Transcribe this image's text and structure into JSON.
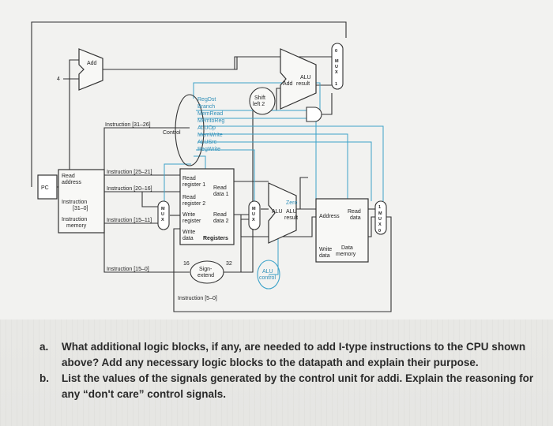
{
  "diagram": {
    "add1": "Add",
    "four": "4",
    "pc": "PC",
    "read_address_1": "Read",
    "read_address_2": "address",
    "instruction_1": "Instruction",
    "instruction_2": "[31–0]",
    "instr_mem_1": "Instruction",
    "instr_mem_2": "memory",
    "instr_31_26": "Instruction [31–26]",
    "control": "Control",
    "ctrl_signals": [
      "RegDst",
      "Branch",
      "MemRead",
      "MemtoReg",
      "ALUOp",
      "MemWrite",
      "ALUSrc",
      "RegWrite"
    ],
    "instr_25_21": "Instruction [25–21]",
    "instr_20_16": "Instruction [20–16]",
    "instr_15_11": "Instruction [15–11]",
    "instr_15_0": "Instruction [15–0]",
    "instr_5_0": "Instruction [5–0]",
    "reg_read_reg1_a": "Read",
    "reg_read_reg1_b": "register 1",
    "reg_read_reg2_a": "Read",
    "reg_read_reg2_b": "register 2",
    "reg_read_data1_a": "Read",
    "reg_read_data1_b": "data 1",
    "reg_read_data2_a": "Read",
    "reg_read_data2_b": "data 2",
    "reg_write_reg_a": "Write",
    "reg_write_reg_b": "register",
    "reg_write_data_a": "Write",
    "reg_write_data_b": "data",
    "registers": "Registers",
    "shift_1": "Shift",
    "shift_2": "left 2",
    "add2": "Add",
    "alu_result_1": "ALU",
    "alu_result_2": "result",
    "zero": "Zero",
    "alu": "ALU",
    "alu_res_a": "ALU",
    "alu_res_b": "result",
    "sixteen": "16",
    "thirtytwo": "32",
    "sign_1": "Sign-",
    "sign_2": "extend",
    "alu_control_1": "ALU",
    "alu_control_2": "control",
    "address": "Address",
    "read_data_a": "Read",
    "read_data_b": "data",
    "write_data_a": "Write",
    "write_data_b": "data",
    "data_mem_1": "Data",
    "data_mem_2": "memory",
    "mux_letters": [
      "M",
      "U",
      "X"
    ],
    "mux_0": "0",
    "mux_1": "1"
  },
  "questions": [
    {
      "letter": "a.",
      "text": "What additional logic blocks, if any, are needed to add I-type instructions to the CPU shown above? Add any necessary logic blocks to the datapath and explain their purpose."
    },
    {
      "letter": "b.",
      "text": "List the values of the signals generated by the control unit for addi. Explain the reasoning for any “don't care” control signals."
    }
  ]
}
